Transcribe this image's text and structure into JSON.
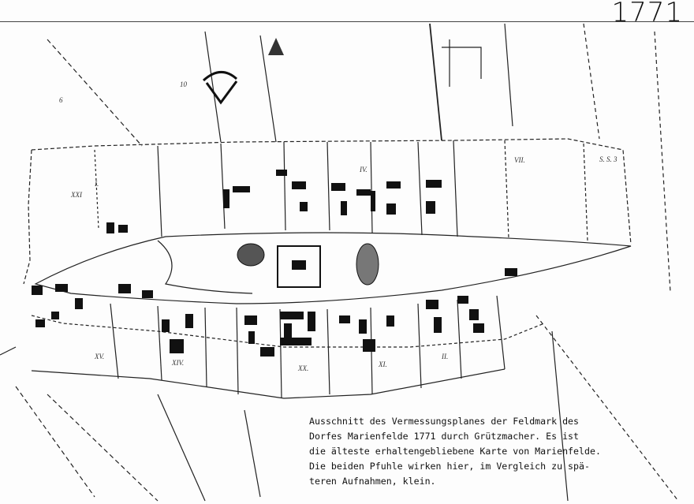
{
  "header": {
    "year": "1771"
  },
  "caption": {
    "lines": [
      "Ausschnitt des Vermessungsplanes der Feldmark des",
      "Dorfes Marienfelde 1771 durch Grützmacher. Es ist",
      "die älteste erhaltengebliebene Karte von Marienfelde.",
      "Die beiden Pfuhle wirken hier, im Vergleich zu spä-",
      "teren Aufnahmen, klein."
    ]
  },
  "map_labels": {
    "plot_I": "I.",
    "plot_II": "II.",
    "plot_IV": "IV.",
    "plot_VII": "VII.",
    "plot_XI": "XI.",
    "plot_XIV": "XIV.",
    "plot_XV": "XV.",
    "plot_XX": "XX.",
    "plot_XXI": "XXI",
    "plot_S": "S. S. 3",
    "plot_10": "10",
    "plot_6": "6"
  },
  "colors": {
    "ink": "#111111",
    "paper": "#fdfdfd"
  }
}
